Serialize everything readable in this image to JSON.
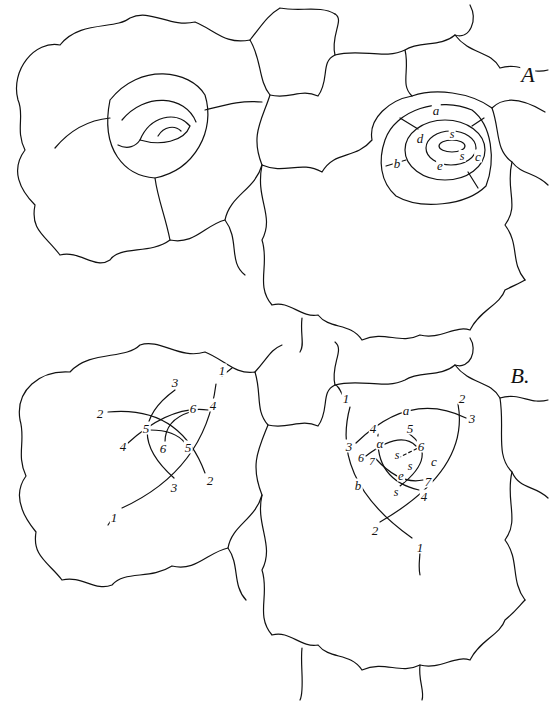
{
  "diagram": {
    "labels": [
      "A",
      "a",
      "d",
      "b",
      "s",
      "c",
      "e",
      "s",
      "3",
      "1",
      "6",
      "4",
      "2",
      "5",
      "4",
      "6",
      "5",
      "3",
      "2",
      "1",
      "B.",
      "1",
      "a",
      "2",
      "4",
      "5",
      "3",
      "3",
      "α",
      "6",
      "6",
      "7",
      "c",
      "s",
      "s",
      "b",
      "e",
      "7",
      "s",
      "4",
      "2",
      "1"
    ]
  }
}
